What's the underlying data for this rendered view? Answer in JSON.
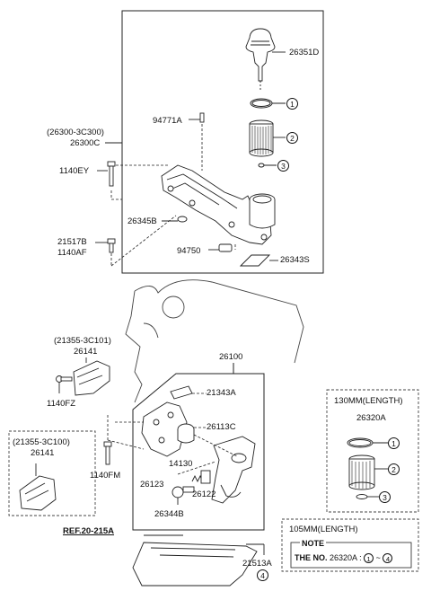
{
  "parts": {
    "p26351D": "26351D",
    "p94771A": "94771A",
    "p26300_alt": "(26300-3C300)",
    "p26300C": "26300C",
    "p1140EY": "1140EY",
    "p26345B": "26345B",
    "p21517B": "21517B",
    "p1140AF": "1140AF",
    "p94750": "94750",
    "p26343S": "26343S",
    "p21355_alt1": "(21355-3C101)",
    "p26141_a": "26141",
    "p1140FZ": "1140FZ",
    "p26100": "26100",
    "p21343A": "21343A",
    "p26113C": "26113C",
    "p14130": "14130",
    "p26123": "26123",
    "p26122": "26122",
    "p26344B": "26344B",
    "p21355_alt2": "(21355-3C100)",
    "p26141_b": "26141",
    "p1140FM": "1140FM",
    "p130mm": "130MM(LENGTH)",
    "p26320A": "26320A",
    "p105mm": "105MM(LENGTH)",
    "pRef": "REF.20-215A",
    "p21513A": "21513A"
  },
  "callouts": {
    "c1": "1",
    "c2": "2",
    "c3": "3",
    "c1b": "1",
    "c2b": "2",
    "c3b": "3",
    "c4": "4"
  },
  "note": {
    "title": "NOTE",
    "lead": "THE NO.",
    "part": "26320A",
    "sep": ":",
    "from": "1",
    "tilde": "~",
    "to": "4"
  }
}
